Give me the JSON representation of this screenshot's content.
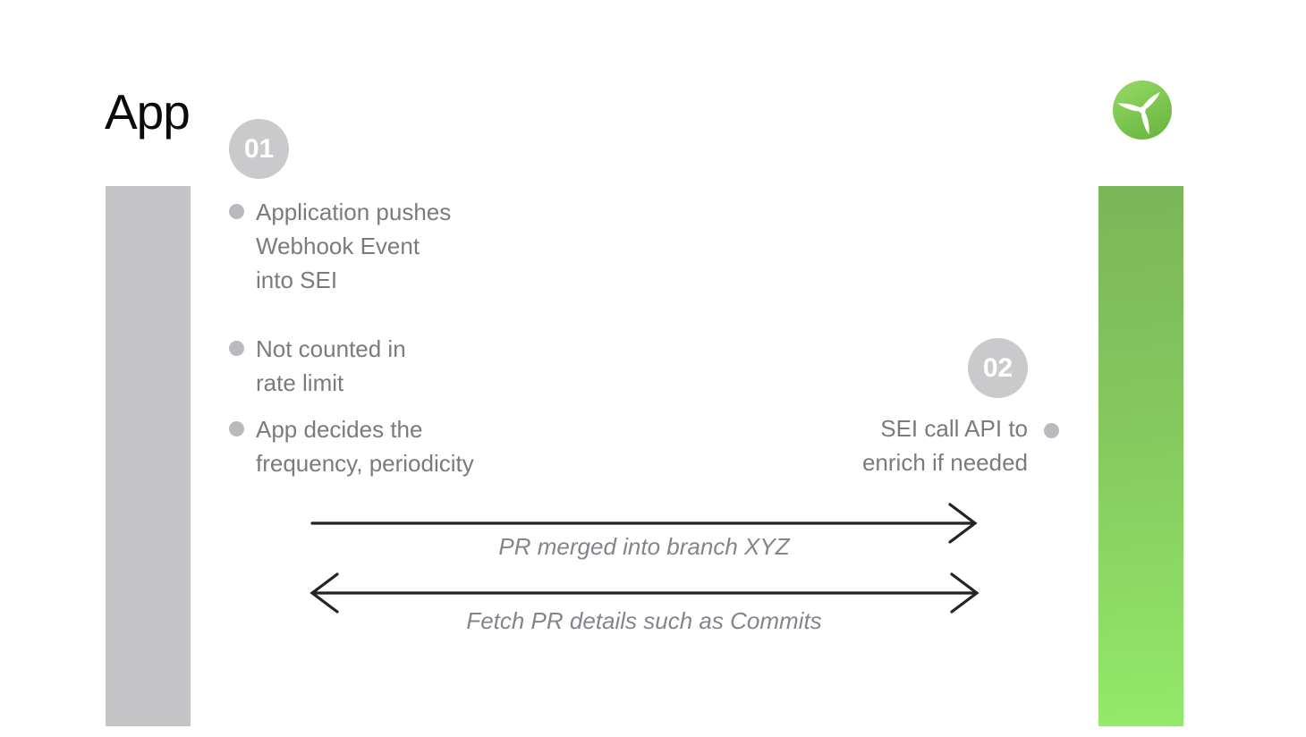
{
  "title": "App",
  "logo": {
    "icon": "propeller-icon",
    "circle_color_top": "#97da66",
    "circle_color_bottom": "#6db943",
    "blade_color": "#ffffff"
  },
  "panels": {
    "left_bar_color": "#c5c5c7",
    "right_bar_color_top": "#7bb657",
    "right_bar_color_bottom": "#94e96a"
  },
  "step1": {
    "number": "01",
    "bullets": [
      "Application pushes\nWebhook Event\ninto SEI",
      "Not counted in\nrate limit",
      "App decides the\nfrequency, periodicity"
    ]
  },
  "step2": {
    "number": "02",
    "bullets": [
      "SEI call API to\nenrich if needed"
    ]
  },
  "arrows": [
    {
      "label": "PR merged into branch XYZ",
      "direction": "right"
    },
    {
      "label": "Fetch PR details such as Commits",
      "direction": "both"
    }
  ],
  "colors": {
    "badge_background": "#cacacc",
    "badge_text": "#ffffff",
    "body_text": "#7a7b7e",
    "bullet_dot": "#b9babd",
    "arrow_line": "#232323",
    "arrow_label_text": "#84858a",
    "title_text": "#0b0b0c"
  }
}
